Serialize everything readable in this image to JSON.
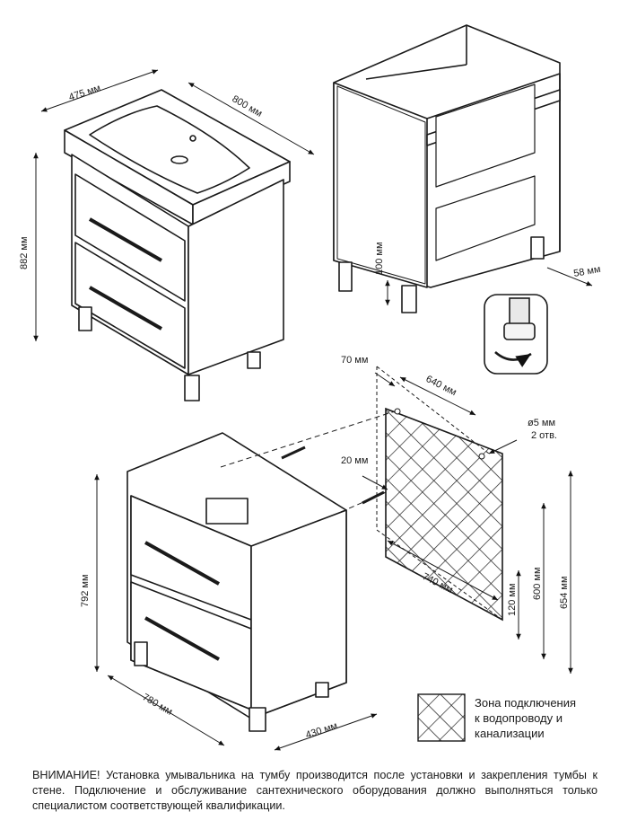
{
  "dimensions": {
    "top_depth": "475 мм",
    "top_width": "800 мм",
    "total_height": "882 мм",
    "leg_height": "100 мм",
    "leg_offset": "58 мм",
    "hole_edge": "70 мм",
    "hole_spacing": "640 мм",
    "hole_diameter": "ø5 мм",
    "hole_count": "2 отв.",
    "zone_offset": "20 мм",
    "zone_width": "740 мм",
    "zone_floor": "120 мм",
    "zone_top": "600 мм",
    "hole_height": "654 мм",
    "cab_height": "792 мм",
    "cab_width": "780 мм",
    "cab_depth": "430 мм"
  },
  "legend": {
    "lines": [
      "Зона подключения",
      "к водопроводу и",
      "канализации"
    ]
  },
  "notice": {
    "text": "ВНИМАНИЕ! Установка умывальника на тумбу производится после установки и закрепления тумбы к стене. Подключение и обслуживание сантехнического оборудования должно выполняться только специалистом соответствующей квалификации."
  },
  "icons": {
    "adjust": "rotate-arrow-icon"
  }
}
